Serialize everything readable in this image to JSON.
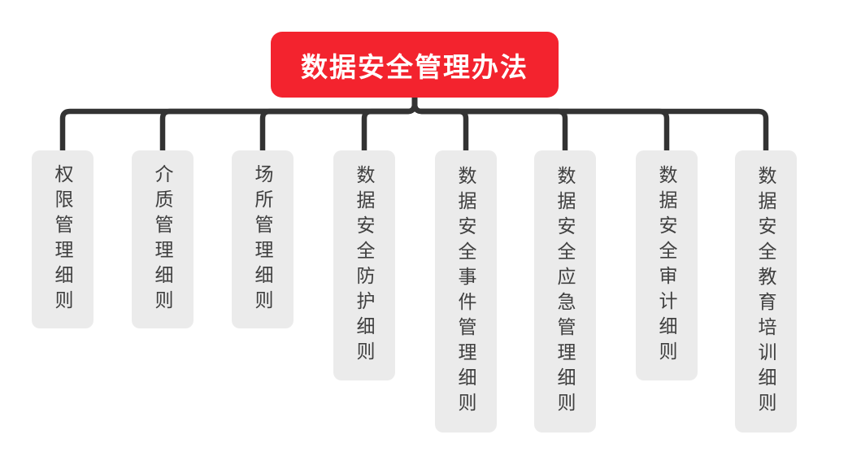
{
  "diagram": {
    "root": {
      "label": "数据安全管理办法"
    },
    "children": [
      {
        "label": "权限管理细则"
      },
      {
        "label": "介质管理细则"
      },
      {
        "label": "场所管理细则"
      },
      {
        "label": "数据安全防护细则"
      },
      {
        "label": "数据安全事件管理细则"
      },
      {
        "label": "数据安全应急管理细则"
      },
      {
        "label": "数据安全审计细则"
      },
      {
        "label": "数据安全教育培训细则"
      }
    ],
    "colors": {
      "root_bg": "#F3232E",
      "root_text": "#FFFFFF",
      "child_bg": "#EBEBEB",
      "child_text": "#3F3F3F",
      "connector": "#333333"
    }
  }
}
